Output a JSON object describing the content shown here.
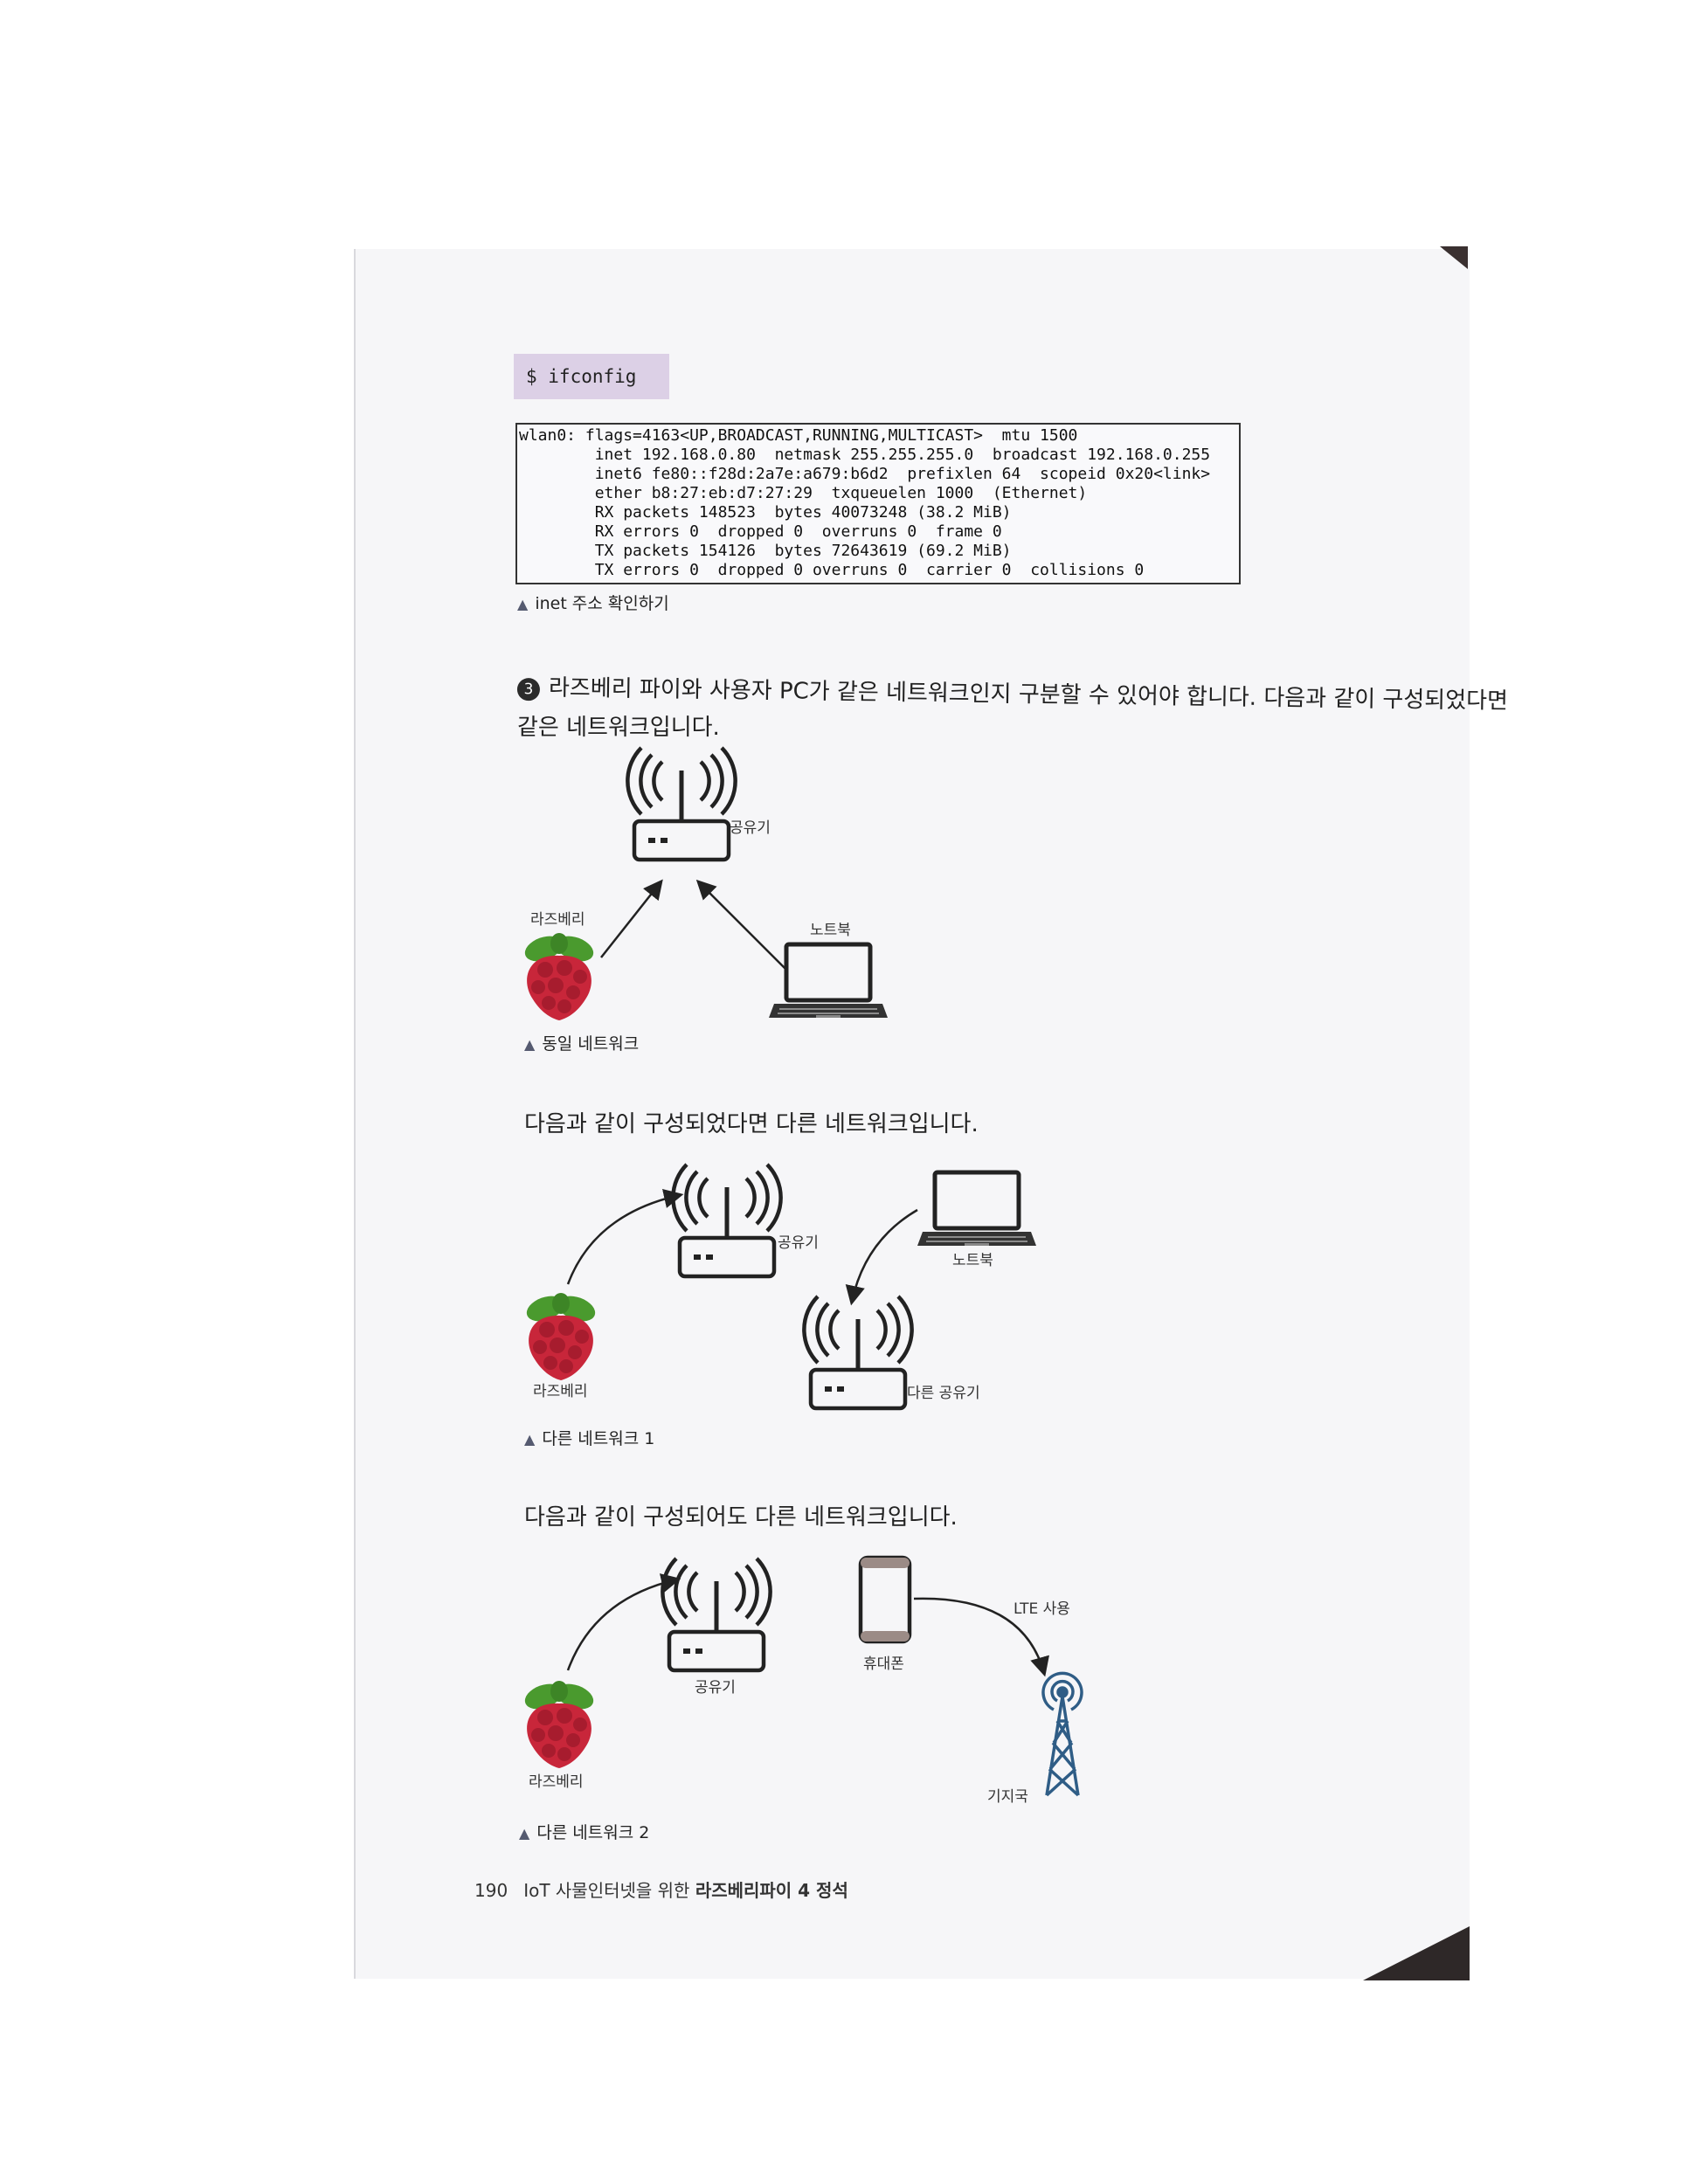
{
  "command": "$ ifconfig",
  "ifconfig_output": [
    "wlan0: flags=4163<UP,BROADCAST,RUNNING,MULTICAST>  mtu 1500",
    "        inet 192.168.0.80  netmask 255.255.255.0  broadcast 192.168.0.255",
    "        inet6 fe80::f28d:2a7e:a679:b6d2  prefixlen 64  scopeid 0x20<link>",
    "        ether b8:27:eb:d7:27:29  txqueuelen 1000  (Ethernet)",
    "        RX packets 148523  bytes 40073248 (38.2 MiB)",
    "        RX errors 0  dropped 0  overruns 0  frame 0",
    "        TX packets 154126  bytes 72643619 (69.2 MiB)",
    "        TX errors 0  dropped 0 overruns 0  carrier 0  collisions 0"
  ],
  "captions": {
    "inet": "inet 주소 확인하기",
    "same_network": "동일 네트워크",
    "different_network_1": "다른 네트워크 1",
    "different_network_2": "다른 네트워크 2"
  },
  "step3": {
    "number": "3",
    "line1": "라즈베리 파이와 사용자 PC가 같은 네트워크인지 구분할 수 있어야 합니다. 다음과 같이 구성되었다면",
    "line2": "같은 네트워크입니다."
  },
  "text_diff1": "다음과 같이 구성되었다면 다른 네트워크입니다.",
  "text_diff2": "다음과 같이 구성되어도 다른 네트워크입니다.",
  "labels": {
    "router": "공유기",
    "raspberry": "라즈베리",
    "laptop": "노트북",
    "other_router": "다른 공유기",
    "phone": "휴대폰",
    "lte": "LTE 사용",
    "base_station": "기지국"
  },
  "footer": {
    "page_number": "190",
    "title_prefix": "IoT 사물인터넷을 위한 ",
    "title_bold": "라즈베리파이 4 정석"
  },
  "colors": {
    "command_bg": "#dcd0e6",
    "berry_red": "#c8263a",
    "leaf_green": "#4a9a2e",
    "tower_blue": "#2f5d86",
    "caption_triangle": "#555a70"
  },
  "icons": [
    "router-icon",
    "raspberry-pi-icon",
    "laptop-icon",
    "phone-icon",
    "cell-tower-icon",
    "arrow-icon"
  ]
}
